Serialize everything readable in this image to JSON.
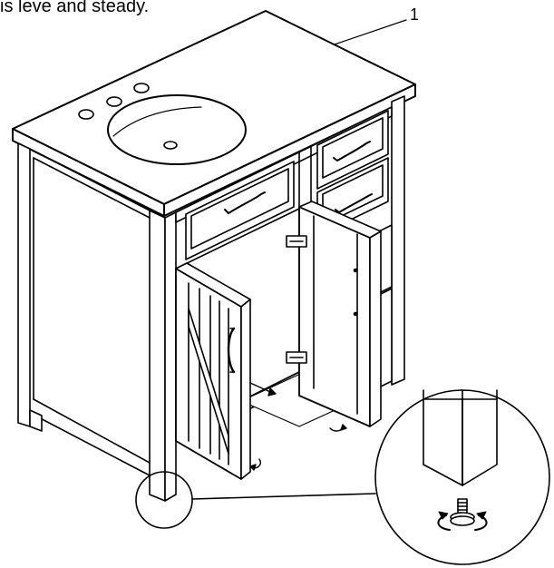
{
  "caption": {
    "text": "is leve and steady."
  },
  "callouts": [
    {
      "number": "1",
      "part": "countertop"
    }
  ],
  "detail_view": {
    "subject": "adjustable leveling foot",
    "icons": [
      "rotate-arrow-icon",
      "rotate-arrow-icon"
    ]
  },
  "colors": {
    "ink": "#000000",
    "paper": "#ffffff"
  }
}
